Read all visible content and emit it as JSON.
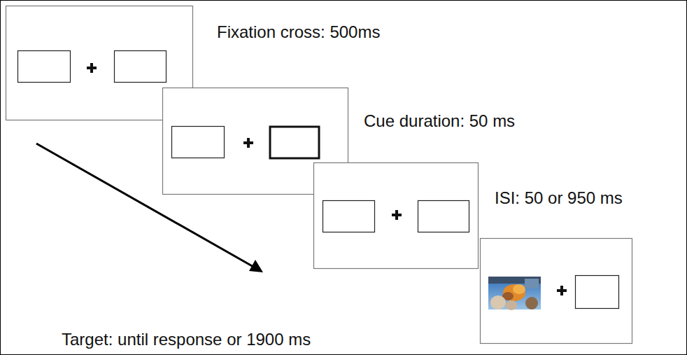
{
  "diagram": {
    "labels": [
      "Fixation cross: 500ms",
      "Cue duration: 50 ms",
      "ISI: 50 or 950 ms",
      "Target: until response or 1900 ms"
    ]
  }
}
